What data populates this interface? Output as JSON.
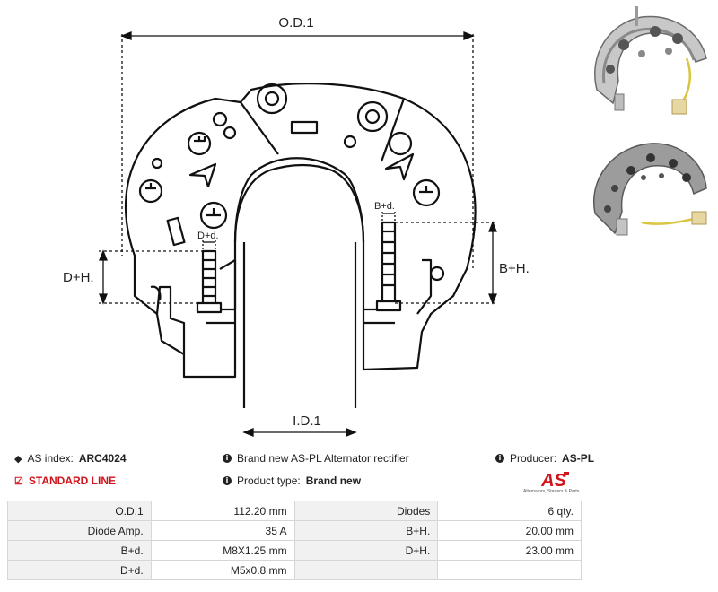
{
  "drawing": {
    "labels": {
      "od1": "O.D.1",
      "id1": "I.D.1",
      "dh": "D+H.",
      "bh": "B+H.",
      "bd": "B+d.",
      "dd": "D+d."
    }
  },
  "info": {
    "as_index_label": "AS index:",
    "as_index_value": "ARC4024",
    "line": "STANDARD LINE",
    "description": "Brand new AS-PL Alternator rectifier",
    "product_type_label": "Product type:",
    "product_type_value": "Brand new",
    "producer_label": "Producer:",
    "producer_value": "AS-PL",
    "logo_text": "AS",
    "logo_tagline": "Alternators, Starters & Parts"
  },
  "specs": [
    {
      "l1": "O.D.1",
      "v1": "112.20 mm",
      "l2": "Diodes",
      "v2": "6 qty."
    },
    {
      "l1": "Diode Amp.",
      "v1": "35 A",
      "l2": "B+H.",
      "v2": "20.00 mm"
    },
    {
      "l1": "B+d.",
      "v1": "M8X1.25 mm",
      "l2": "D+H.",
      "v2": "23.00 mm"
    },
    {
      "l1": "D+d.",
      "v1": "M5x0.8 mm",
      "l2": "",
      "v2": ""
    }
  ],
  "colors": {
    "accent_red": "#d0141c",
    "table_label_bg": "#f1f1f1",
    "table_border": "#d6d6d6"
  }
}
